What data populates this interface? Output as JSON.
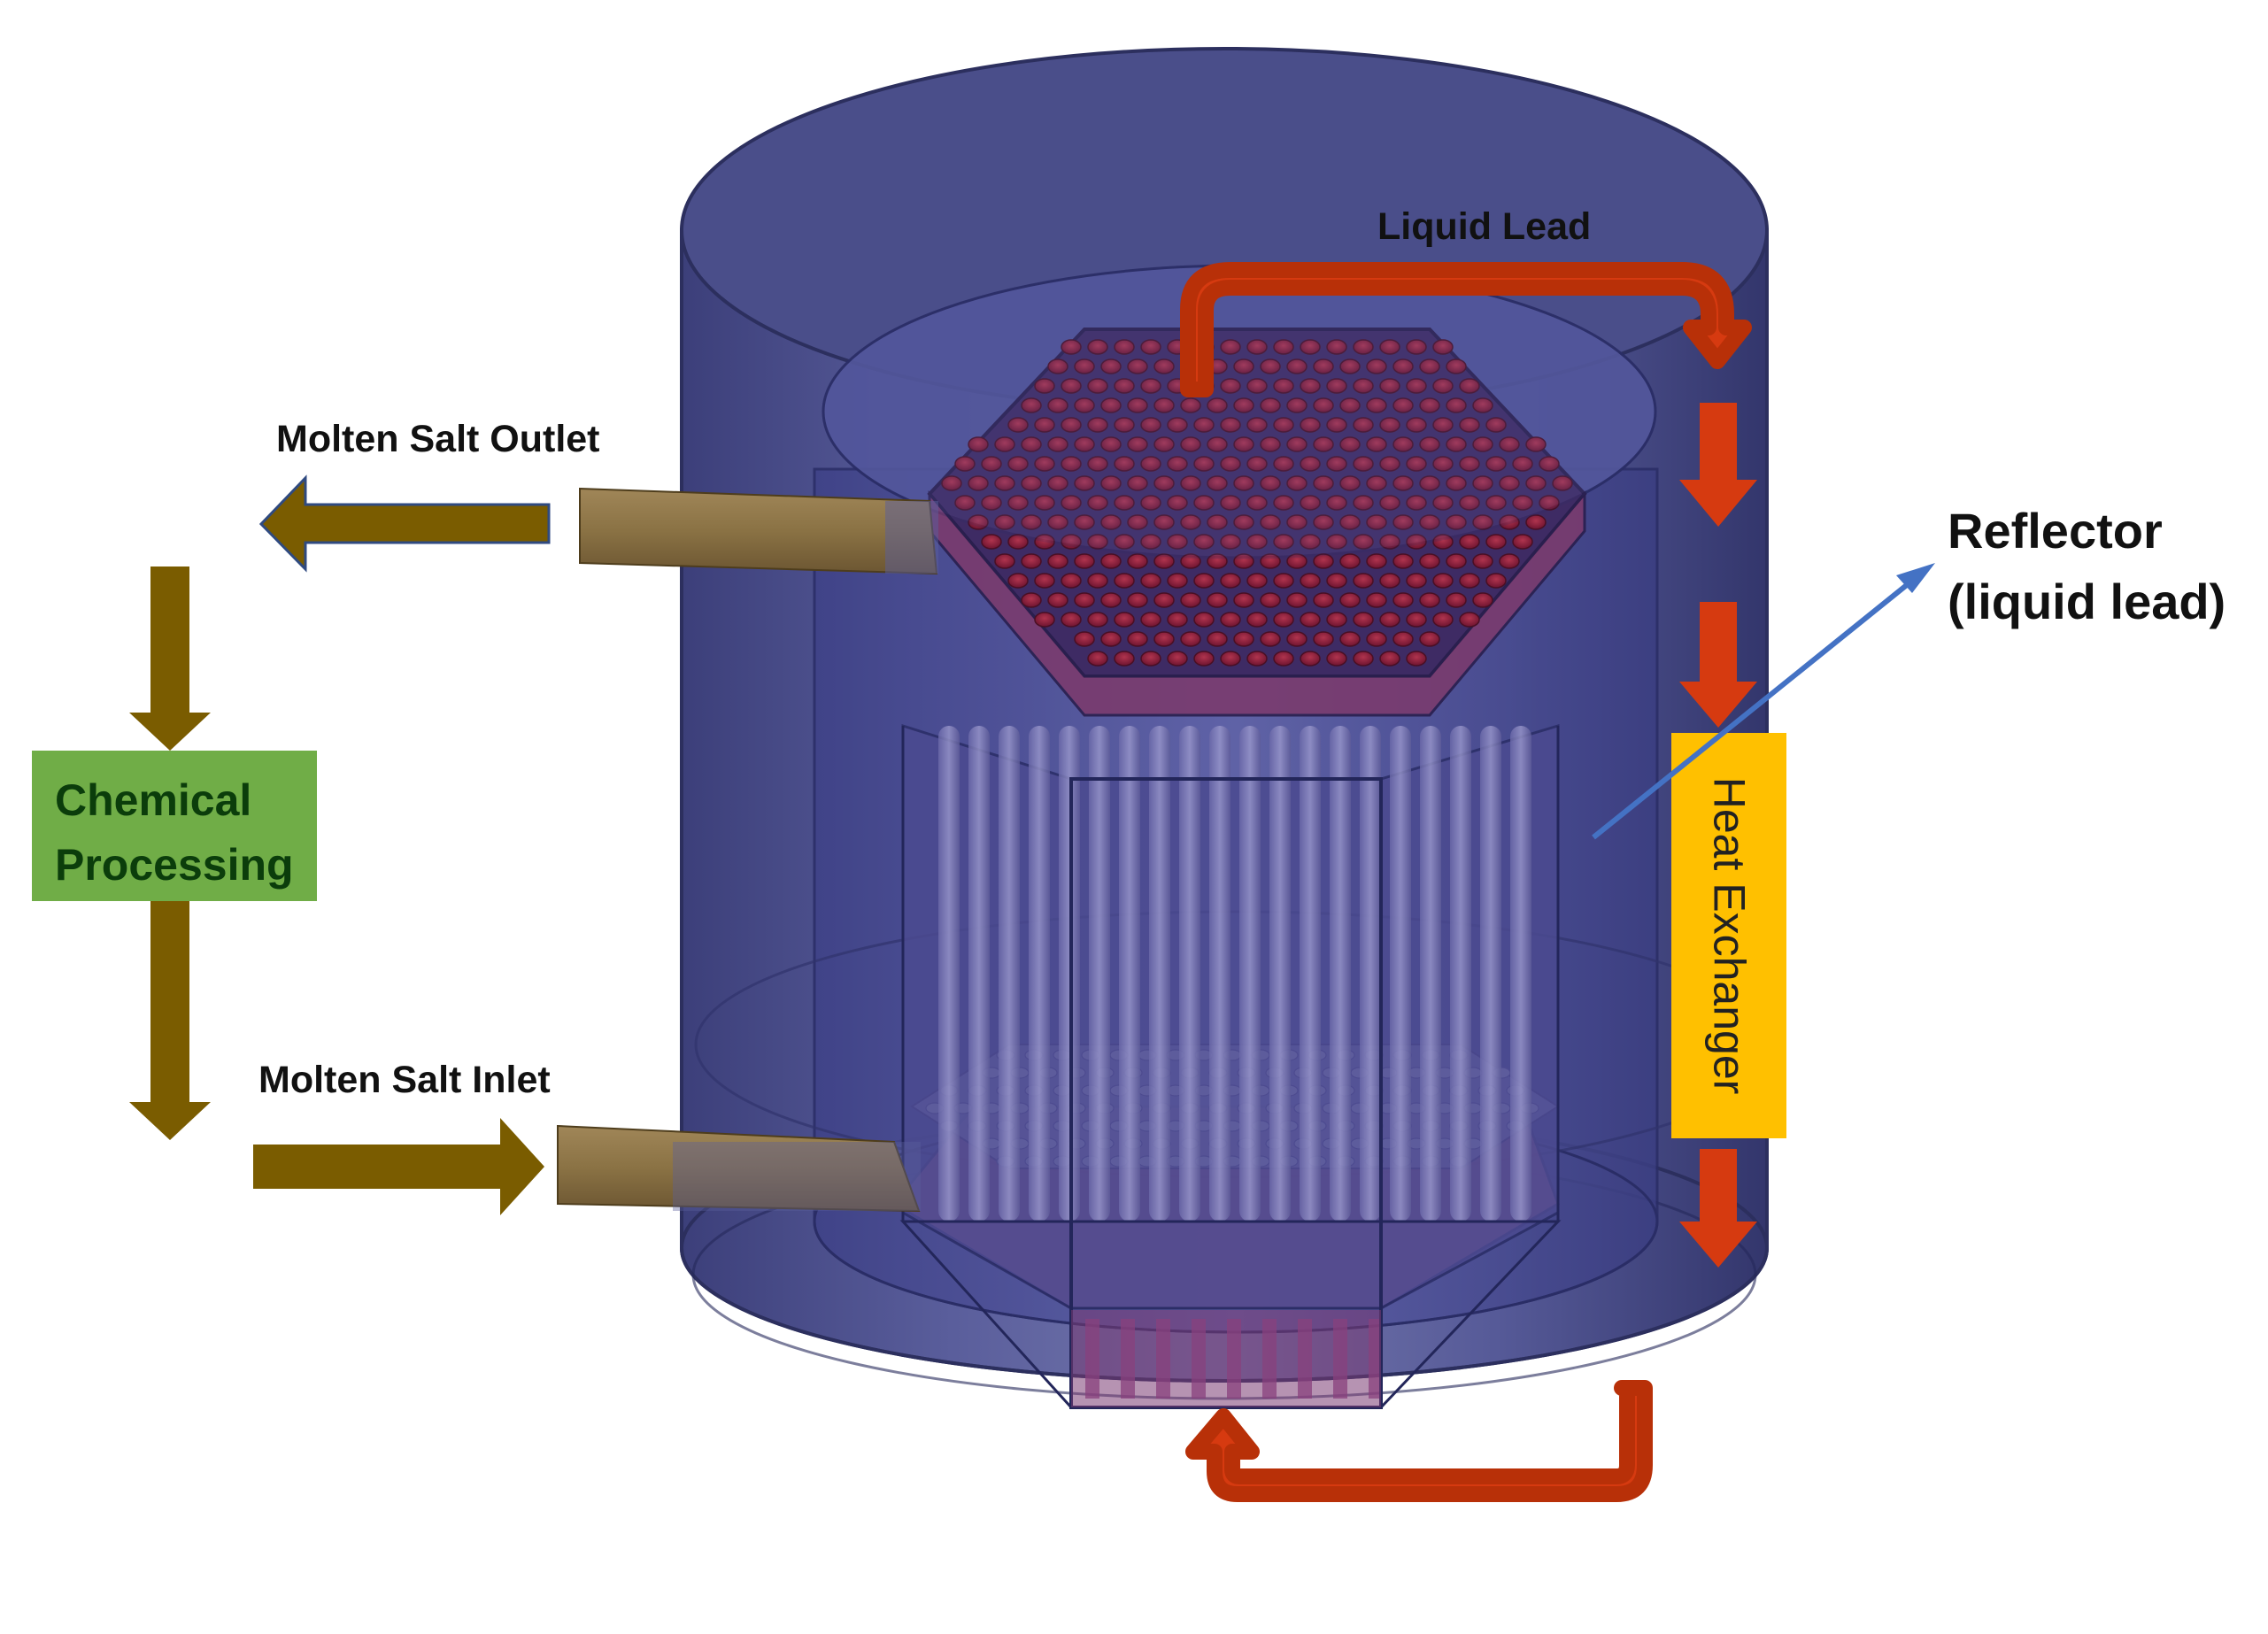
{
  "labels": {
    "liquid_lead": "Liquid Lead",
    "molten_salt_outlet": "Molten Salt Outlet",
    "molten_salt_inlet": "Molten Salt Inlet",
    "reflector_line1": "Reflector",
    "reflector_line2": "(liquid lead)",
    "heat_exchanger": "Heat Exchanger",
    "chemical_processing_line1": "Chemical",
    "chemical_processing_line2": "Processing"
  },
  "colors": {
    "vessel_fill": "#4a4f8c",
    "vessel_edge": "#2c2f5e",
    "core_red": "#8e2040",
    "lead_flow_arrow": "#d63a10",
    "salt_flow_arrow": "#7a5c00",
    "pipe": "#8a7244",
    "chemical_processing_box": "#70ad47",
    "chemical_processing_text": "#0b3d0b",
    "heat_exchanger_box": "#ffc000",
    "heat_exchanger_text": "#222222",
    "reflector_pointer": "#4472c4"
  }
}
